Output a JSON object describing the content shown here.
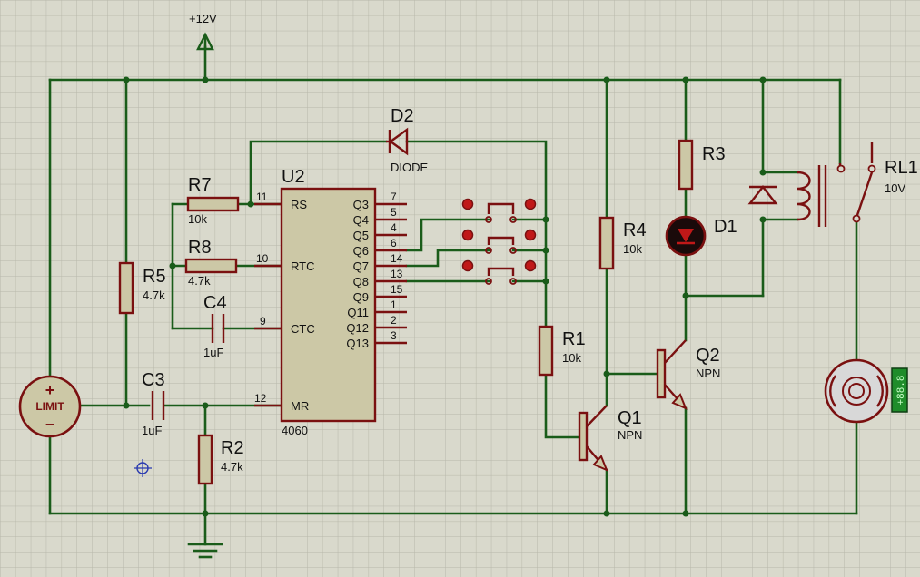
{
  "supply": {
    "label": "+12V"
  },
  "ground": {
    "label": ""
  },
  "ic": {
    "ref": "U2",
    "part": "4060",
    "left_pins": [
      {
        "name": "RS",
        "num": "11"
      },
      {
        "name": "RTC",
        "num": "10"
      },
      {
        "name": "CTC",
        "num": "9"
      },
      {
        "name": "MR",
        "num": "12"
      }
    ],
    "right_pins": [
      {
        "name": "Q3",
        "num": "7"
      },
      {
        "name": "Q4",
        "num": "5"
      },
      {
        "name": "Q5",
        "num": "4"
      },
      {
        "name": "Q6",
        "num": "6"
      },
      {
        "name": "Q7",
        "num": "14"
      },
      {
        "name": "Q8",
        "num": "13"
      },
      {
        "name": "Q9",
        "num": "15"
      },
      {
        "name": "Q11",
        "num": "1"
      },
      {
        "name": "Q12",
        "num": "2"
      },
      {
        "name": "Q13",
        "num": "3"
      }
    ]
  },
  "components": {
    "d2": {
      "ref": "D2",
      "value": "DIODE"
    },
    "r7": {
      "ref": "R7",
      "value": "10k"
    },
    "r8": {
      "ref": "R8",
      "value": "4.7k"
    },
    "c4": {
      "ref": "C4",
      "value": "1uF"
    },
    "r5": {
      "ref": "R5",
      "value": "4.7k"
    },
    "c3": {
      "ref": "C3",
      "value": "1uF"
    },
    "r2": {
      "ref": "R2",
      "value": "4.7k"
    },
    "r4": {
      "ref": "R4",
      "value": "10k"
    },
    "r3": {
      "ref": "R3",
      "value": ""
    },
    "d1": {
      "ref": "D1",
      "value": ""
    },
    "r1": {
      "ref": "R1",
      "value": "10k"
    },
    "q1": {
      "ref": "Q1",
      "value": "NPN"
    },
    "q2": {
      "ref": "Q2",
      "value": "NPN"
    },
    "rl1": {
      "ref": "RL1",
      "value": "10V"
    }
  },
  "limit": {
    "label": "LIMIT",
    "plus": "+",
    "minus": "−"
  },
  "motor": {
    "readout": "+88.8"
  },
  "colors": {
    "background": "#d9d9cc",
    "grid": "#b7b7aa",
    "wire": "#1a5c1a",
    "component": "#7a1010",
    "ic_fill": "#ccc8a6",
    "readout": "#1f8c2a"
  }
}
